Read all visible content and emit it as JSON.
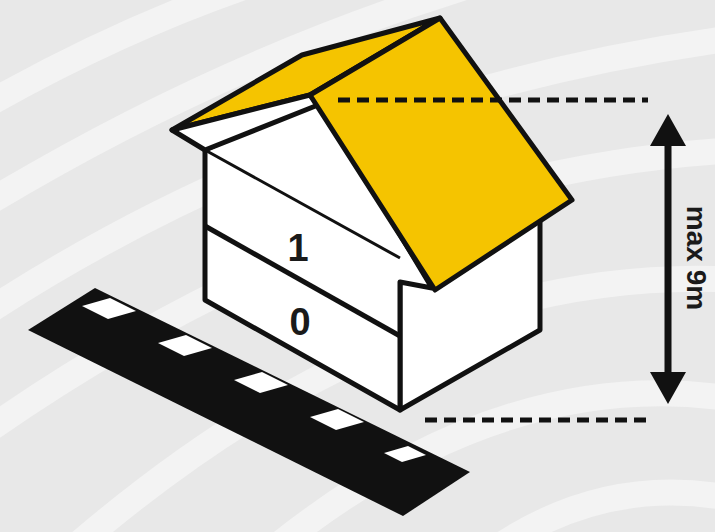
{
  "diagram": {
    "labels": [
      "1",
      "0",
      "max 9m"
    ]
  }
}
